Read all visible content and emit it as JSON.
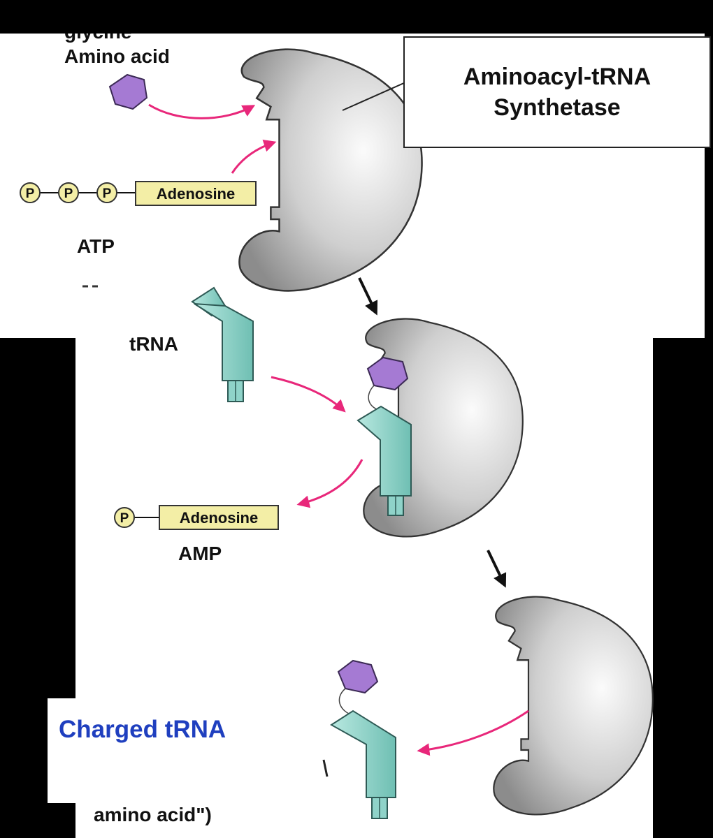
{
  "labels": {
    "amino_acid_top": "Amino acid",
    "amino_acid_cut": "glycine",
    "atp": "ATP",
    "trna": "tRNA",
    "amp": "AMP",
    "charged_trna": "Charged tRNA",
    "bottom_caption": "amino acid\")",
    "adenosine": "Adenosine",
    "phosphate": "P"
  },
  "enzyme_box": {
    "line1": "Aminoacyl-tRNA",
    "line2": "Synthetase"
  },
  "colors": {
    "background": "#000000",
    "panel": "#ffffff",
    "enzyme": "#c9c9c9",
    "trna": "#8fd3c9",
    "amino_acid": "#a57ad3",
    "arrow": "#e8277a",
    "adenosine_box": "#f3eea6",
    "charged_label": "#1f3fbf"
  }
}
